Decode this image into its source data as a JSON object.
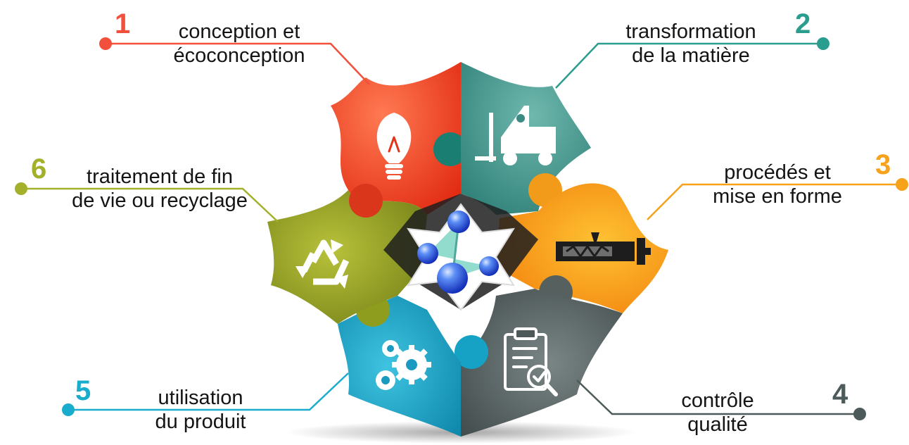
{
  "steps": [
    {
      "number": "1",
      "line1": "conception et",
      "line2": "écoconception",
      "color": "#f0503c",
      "icon": "lightbulb-icon"
    },
    {
      "number": "2",
      "line1": "transformation",
      "line2": "de la matière",
      "color": "#2a9d8f",
      "icon": "forklift-icon"
    },
    {
      "number": "3",
      "line1": "procédés et",
      "line2": "mise en forme",
      "color": "#f7a21b",
      "icon": "injection-molding-icon"
    },
    {
      "number": "4",
      "line1": "contrôle",
      "line2": "qualité",
      "color": "#4d5a5a",
      "icon": "clipboard-inspection-icon"
    },
    {
      "number": "5",
      "line1": "utilisation",
      "line2": "du produit",
      "color": "#1aaccc",
      "icon": "gears-icon"
    },
    {
      "number": "6",
      "line1": "traitement de fin",
      "line2": "de vie ou recyclage",
      "color": "#a2b02a",
      "icon": "recycle-icon"
    }
  ],
  "center": {
    "icon": "molecule-icon"
  }
}
